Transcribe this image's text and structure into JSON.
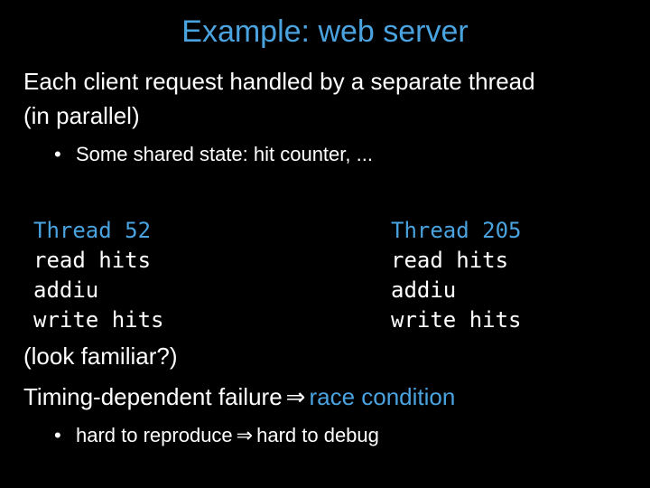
{
  "slide": {
    "title": "Example: web server",
    "line1": "Each client request handled by a separate thread",
    "line2": "(in parallel)",
    "bullet1": {
      "marker": "•",
      "text": "Some shared state: hit counter, ..."
    },
    "thread_a": {
      "header": "Thread 52",
      "lines": [
        "read hits",
        "addiu",
        "write hits"
      ]
    },
    "thread_b": {
      "header": "Thread 205",
      "lines": [
        "read hits",
        "addiu",
        "write hits"
      ]
    },
    "look_familiar": "(look familiar?)",
    "timing": {
      "prefix": "Timing-dependent failure",
      "arrow": "⇒",
      "result": "race condition"
    },
    "bullet2": {
      "marker": "•",
      "left": "hard to reproduce",
      "arrow": "⇒",
      "right": "hard to debug"
    }
  },
  "colors": {
    "background": "#000000",
    "accent": "#4aa3df",
    "text": "#ffffff"
  }
}
